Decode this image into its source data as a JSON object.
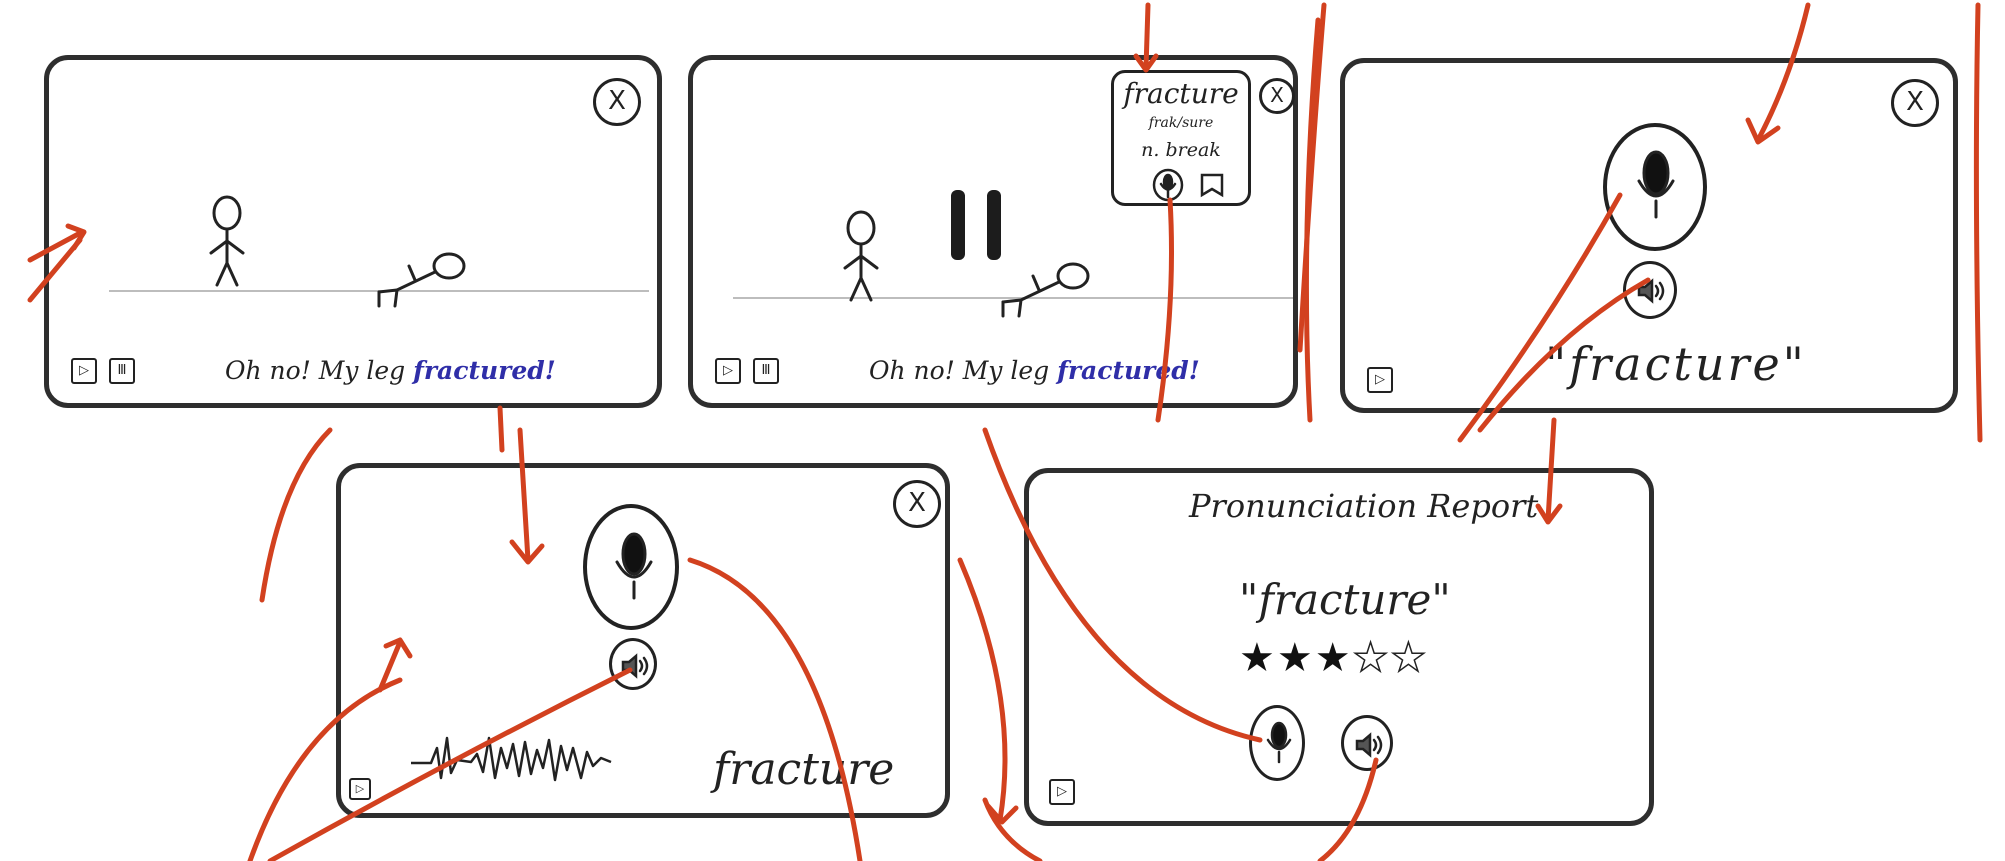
{
  "frames": [
    {
      "close_label": "X",
      "play_label": "▷",
      "pause_label": "Ⅲ",
      "subtitle_prefix": "Oh no! My leg",
      "subtitle_highlight": "fractured!"
    },
    {
      "close_label": "X",
      "play_label": "▷",
      "pause_label": "Ⅲ",
      "subtitle_prefix": "Oh no! My leg",
      "subtitle_highlight": "fractured!",
      "popup": {
        "word": "fracture",
        "phonetic": "frak/sure",
        "definition": "n. break"
      }
    },
    {
      "close_label": "X",
      "play_label": "▷",
      "prompt_word": "\"fracture\""
    },
    {
      "close_label": "X",
      "play_label": "▷",
      "spoken_word": "fracture"
    },
    {
      "play_label": "▷",
      "report_title": "Pronunciation Report",
      "report_word": "\"fracture\"",
      "rating": {
        "stars": 3,
        "max": 5
      }
    }
  ],
  "icons": {
    "close": "close-icon",
    "play": "play-icon",
    "pause": "pause-icon",
    "mic": "microphone-icon",
    "speaker": "speaker-icon",
    "bookmark": "bookmark-icon"
  },
  "colors": {
    "frame_border": "#2e2e2e",
    "highlight_word": "#2f2ea8",
    "flow_arrow": "#d2411f"
  }
}
